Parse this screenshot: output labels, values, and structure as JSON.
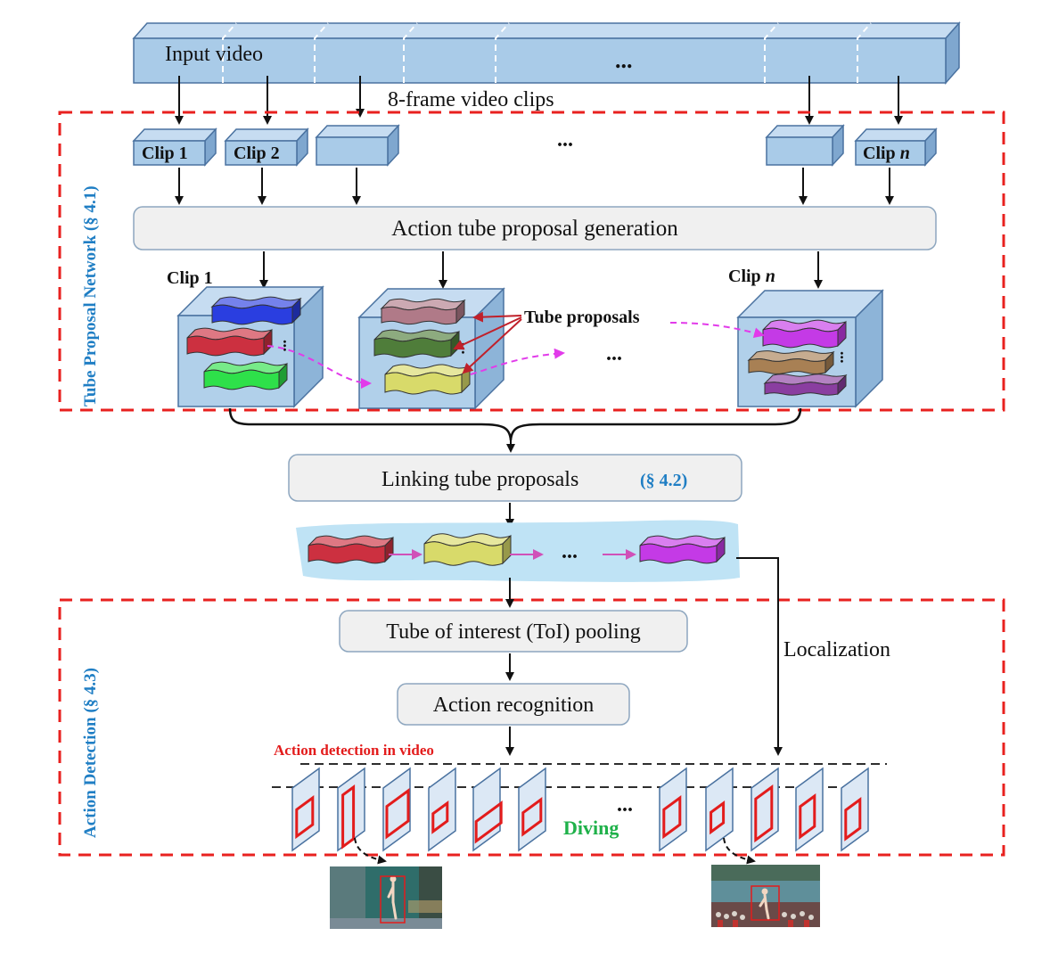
{
  "input": {
    "label": "Input video",
    "ellipsis": "...",
    "clips_caption": "8-frame video clips"
  },
  "clips": {
    "clip1": "Clip 1",
    "clip2": "Clip 2",
    "ellipsis": "...",
    "clipn_prefix": "Clip ",
    "clipn_var": "n"
  },
  "proposal": {
    "section_label": "Tube Proposal Network (§ 4.1)",
    "generation_label": "Action tube proposal generation",
    "clip1_label": "Clip 1",
    "clipn_prefix": "Clip ",
    "clipn_var": "n",
    "tube_proposals_label": "Tube proposals",
    "ellipsis": "..."
  },
  "linking": {
    "label": "Linking tube proposals",
    "section_ref": "(§ 4.2)",
    "ellipsis": "..."
  },
  "detection": {
    "section_label": "Action Detection (§ 4.3)",
    "toi_label": "Tube of interest (ToI) pooling",
    "recognition_label": "Action recognition",
    "localization_label": "Localization",
    "video_label": "Action detection in video",
    "class_label": "Diving",
    "ellipsis": "..."
  },
  "colors": {
    "section_dash": "#e8211f",
    "section_ref": "#1f7ec4",
    "block_fill": "#a9cbe8",
    "block_stroke": "#4a72a0",
    "box_fill": "#f0f0f0",
    "box_stroke": "#8da6bf",
    "frame_fill": "#dce8f5",
    "frame_box": "#e31c1c",
    "diving_green": "#1fb14a",
    "magenta": "#e23bea",
    "band": "#bfe3f5"
  },
  "tube_colors": {
    "clip1": [
      "#2a3ee0",
      "#cc3040",
      "#2ee04a"
    ],
    "clip2": [
      "#b07a88",
      "#4f7d3a",
      "#d8da6a"
    ],
    "clipn": [
      "#c43ae6",
      "#a88054",
      "#8a3ea0"
    ],
    "linked": [
      "#cc3040",
      "#d8da6a",
      "#c43ae6"
    ]
  }
}
